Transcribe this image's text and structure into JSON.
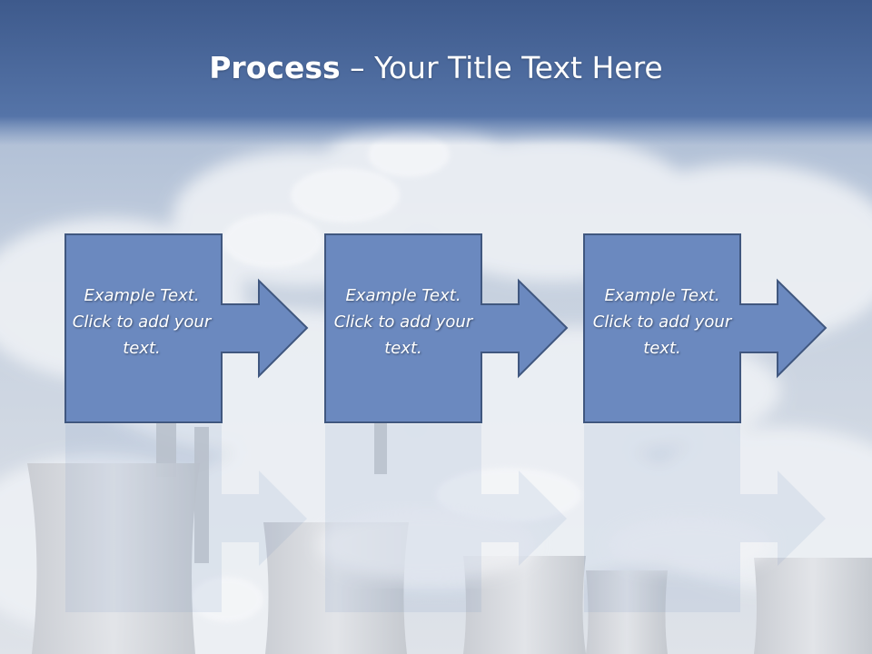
{
  "slide": {
    "title_bold": "Process",
    "title_rest": " – Your Title Text Here",
    "steps": [
      {
        "text": "Example Text. Click to add your text."
      },
      {
        "text": "Example Text. Click to add your text."
      },
      {
        "text": "Example Text. Click to add your text."
      }
    ]
  },
  "colors": {
    "title_band_top": "#3e5a8c",
    "title_band_bottom": "#6685b8",
    "shape_fill": "#6b89bf",
    "shape_stroke": "#40577f",
    "sky": "#b9c6d9",
    "cloud": "#eef1f5",
    "tower": "#d6d9de"
  }
}
